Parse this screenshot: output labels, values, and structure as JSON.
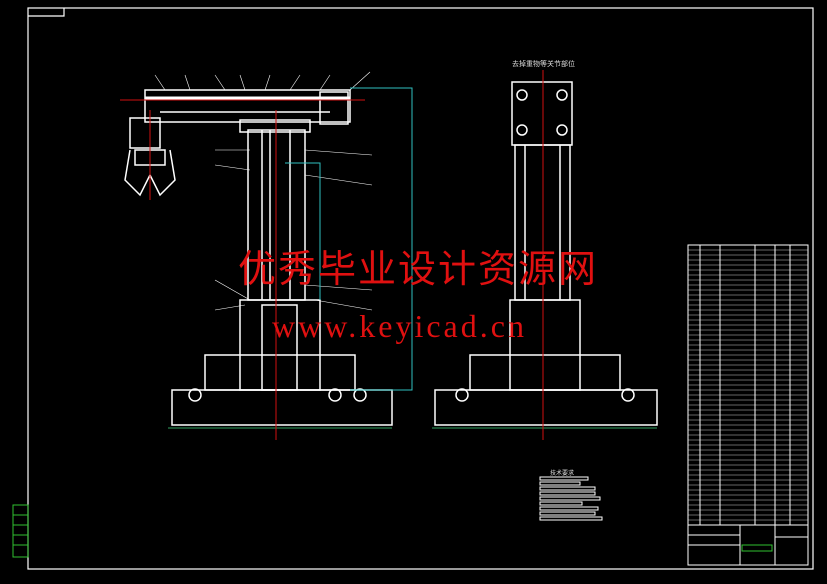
{
  "drawing": {
    "view_title": "去掉重物等关节部位",
    "notes_title": "技术要求"
  },
  "watermark": {
    "title": "优秀毕业设计资源网",
    "url": "www.keyicad.cn"
  },
  "colors": {
    "background": "#000000",
    "line": "#ffffff",
    "center": "#d01010",
    "dim": "#30c0c0",
    "watermark": "#e01010",
    "hatch": "#30a060"
  }
}
